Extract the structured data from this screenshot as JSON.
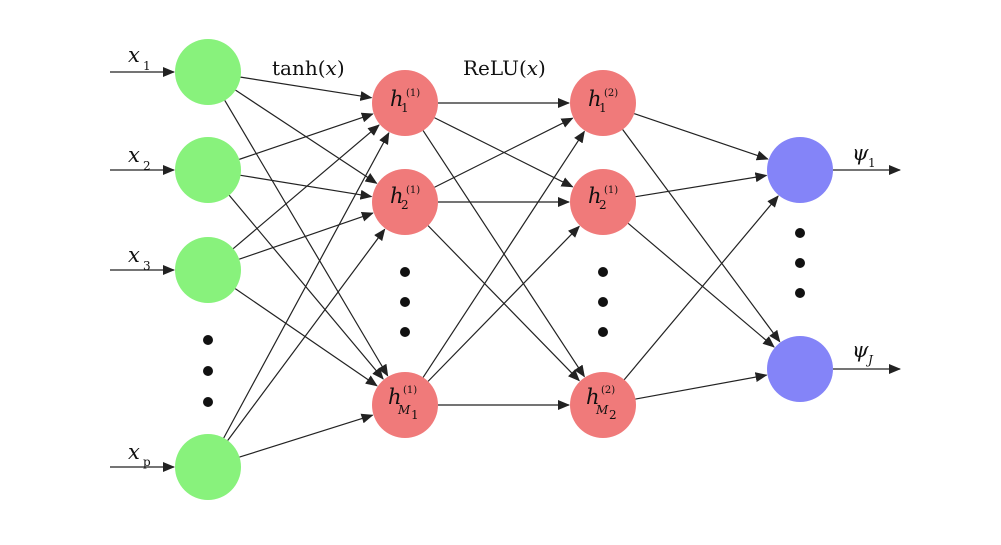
{
  "colors": {
    "input_node": "#88f27c",
    "hidden_node": "#f07a7a",
    "output_node": "#8484f8",
    "edge": "#222222"
  },
  "activations": {
    "layer1": {
      "func": "tanh",
      "arg": "x"
    },
    "layer2": {
      "func": "ReLU",
      "arg": "x"
    }
  },
  "inputs": [
    {
      "base": "x",
      "sub": "1"
    },
    {
      "base": "x",
      "sub": "2"
    },
    {
      "base": "x",
      "sub": "3"
    },
    {
      "base": "x",
      "sub": "p"
    }
  ],
  "hidden1": [
    {
      "base": "h",
      "sub": "1",
      "sup": "(1)"
    },
    {
      "base": "h",
      "sub": "2",
      "sup": "(1)"
    },
    {
      "base": "h",
      "sub": "M",
      "subsub": "1",
      "sup": "(1)"
    }
  ],
  "hidden2": [
    {
      "base": "h",
      "sub": "1",
      "sup": "(2)"
    },
    {
      "base": "h",
      "sub": "2",
      "sup": "(1)"
    },
    {
      "base": "h",
      "sub": "M",
      "subsub": "2",
      "sup": "(2)"
    }
  ],
  "outputs": [
    {
      "base": "ψ",
      "sub": "1"
    },
    {
      "base": "ψ",
      "sub": "J"
    }
  ]
}
